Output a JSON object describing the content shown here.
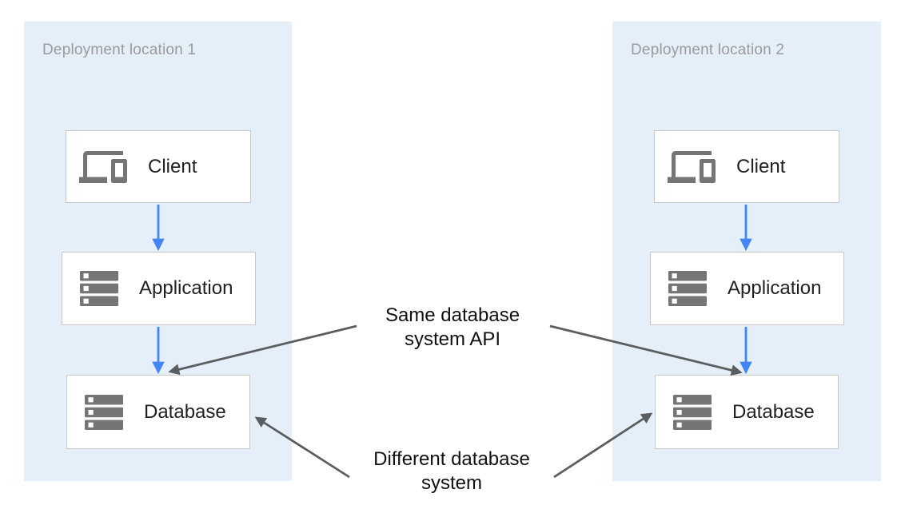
{
  "diagram": {
    "zones": [
      {
        "title": "Deployment location 1",
        "client_label": "Client",
        "application_label": "Application",
        "database_label": "Database"
      },
      {
        "title": "Deployment location 2",
        "client_label": "Client",
        "application_label": "Application",
        "database_label": "Database"
      }
    ],
    "annotations": {
      "same_api": {
        "line1": "Same database",
        "line2": "system API"
      },
      "different_system": {
        "line1": "Different database",
        "line2": "system"
      }
    },
    "icons": {
      "client": "devices-icon",
      "application": "storage-icon",
      "database": "storage-icon"
    },
    "colors": {
      "zone_background": "#e5effa",
      "flow_arrow_blue": "#4285f4",
      "annotation_arrow_gray": "#5b5e61",
      "icon_gray": "#757575",
      "node_border": "#c9c9c9",
      "zone_title_gray": "#9b9b9b",
      "label_dark": "#212121"
    }
  }
}
